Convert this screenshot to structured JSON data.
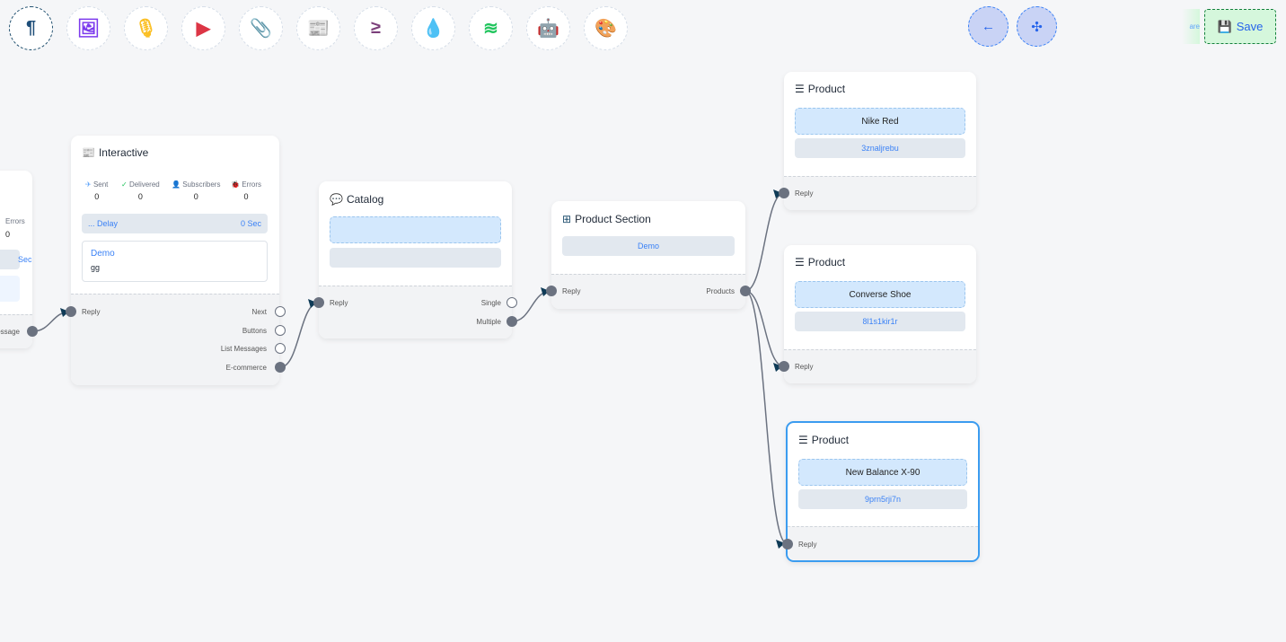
{
  "toolbar": {
    "tools": [
      {
        "name": "paragraph-icon",
        "glyph": "¶",
        "color": "#1e4e79"
      },
      {
        "name": "image-icon",
        "glyph": "🖼",
        "color": "#7c3aed"
      },
      {
        "name": "microphone-icon",
        "glyph": "🎙",
        "color": "#fbbf24"
      },
      {
        "name": "youtube-icon",
        "glyph": "▶",
        "color": "#dc3545"
      },
      {
        "name": "paperclip-icon",
        "glyph": "📎",
        "color": "#16a34a"
      },
      {
        "name": "newspaper-icon",
        "glyph": "📰",
        "color": "#f87171"
      },
      {
        "name": "greater-equal-icon",
        "glyph": "≥",
        "color": "#7b3f7a"
      },
      {
        "name": "droplet-icon",
        "glyph": "💧",
        "color": "#c8102e"
      },
      {
        "name": "stack-overflow-icon",
        "glyph": "≋",
        "color": "#22c55e"
      },
      {
        "name": "robot-icon",
        "glyph": "🤖",
        "color": "#0000ee"
      },
      {
        "name": "palette-icon",
        "glyph": "🎨",
        "color": "#22c55e"
      }
    ],
    "back_icon": "←",
    "compress_icon": "✣",
    "save_label": "Save",
    "ghost_text": "are"
  },
  "nodes": {
    "partial": {
      "errors_label": "Errors",
      "errors_value": "0",
      "delay_value": "Sec",
      "output_label": "essage"
    },
    "interactive": {
      "title": "Interactive",
      "stats": [
        {
          "label": "Sent",
          "value": "0",
          "icon": "✈",
          "color": "#60a5fa"
        },
        {
          "label": "Delivered",
          "value": "0",
          "icon": "✓",
          "color": "#22c55e"
        },
        {
          "label": "Subscribers",
          "value": "0",
          "icon": "👤",
          "color": "#3b82f6"
        },
        {
          "label": "Errors",
          "value": "0",
          "icon": "🐞",
          "color": "#ef4444"
        }
      ],
      "delay_label": "... Delay",
      "delay_value": "0 Sec",
      "card_title": "Demo",
      "card_body": "gg",
      "input": "Reply",
      "outputs": [
        "Next",
        "Buttons",
        "List Messages",
        "E-commerce"
      ]
    },
    "catalog": {
      "title": "Catalog",
      "input": "Reply",
      "outputs": [
        "Single",
        "Multiple"
      ]
    },
    "product_section": {
      "title": "Product Section",
      "value": "Demo",
      "input": "Reply",
      "output": "Products"
    },
    "products": [
      {
        "title": "Product",
        "name": "Nike Red",
        "code": "3znaljrebu",
        "input": "Reply"
      },
      {
        "title": "Product",
        "name": "Converse Shoe",
        "code": "8l1s1kir1r",
        "input": "Reply"
      },
      {
        "title": "Product",
        "name": "New Balance X-90",
        "code": "9prn5rji7n",
        "input": "Reply"
      }
    ]
  },
  "colors": {
    "edge": "#6b7280",
    "arrow": "#0f3b57",
    "selected": "#3b9cf0"
  }
}
